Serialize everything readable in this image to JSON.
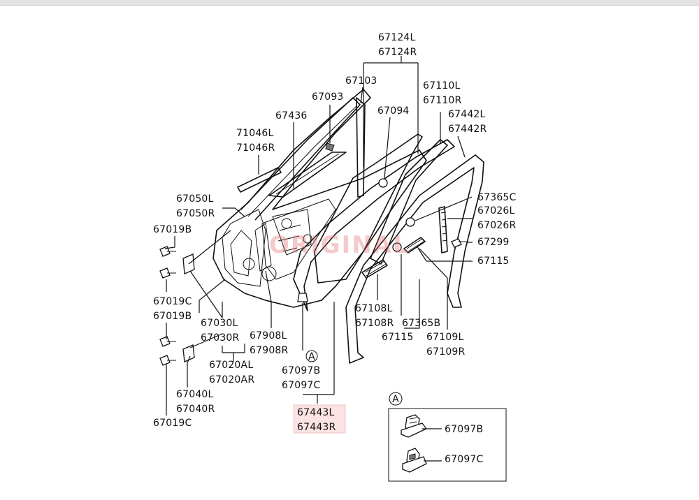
{
  "callout_labels": {
    "p67124": [
      "67124L",
      "67124R"
    ],
    "p67103": [
      "67103"
    ],
    "p67110": [
      "67110L",
      "67110R"
    ],
    "p67093": [
      "67093"
    ],
    "p67094": [
      "67094"
    ],
    "p67442": [
      "67442L",
      "67442R"
    ],
    "p67436": [
      "67436"
    ],
    "p71046": [
      "71046L",
      "71046R"
    ],
    "p67050": [
      "67050L",
      "67050R"
    ],
    "p67365c": [
      "67365C"
    ],
    "p67026": [
      "67026L",
      "67026R"
    ],
    "p67019b_top": [
      "67019B"
    ],
    "p67299": [
      "67299"
    ],
    "p67115_right": [
      "67115"
    ],
    "p67019c_top": [
      "67019C"
    ],
    "p67019b_mid": [
      "67019B"
    ],
    "p67030": [
      "67030L",
      "67030R"
    ],
    "p67908": [
      "67908L",
      "67908R"
    ],
    "p67108": [
      "67108L",
      "67108R"
    ],
    "p67365b": [
      "67365B"
    ],
    "p67115_bottom": [
      "67115"
    ],
    "p67109": [
      "67109L",
      "67109R"
    ],
    "p67020": [
      "67020AL",
      "67020AR"
    ],
    "p67097": [
      "67097B",
      "67097C"
    ],
    "p67040": [
      "67040L",
      "67040R"
    ],
    "p67443": [
      "67443L",
      "67443R"
    ],
    "p67019c_bottom": [
      "67019C"
    ]
  },
  "detail_marker": "A",
  "detail_box": {
    "marker": "A",
    "items": [
      "67097B",
      "67097C"
    ]
  },
  "watermark": "ORIGINAL",
  "colors": {
    "ink": "#111111",
    "highlight": "#fbe3e3",
    "watermark": "#e06a6a"
  }
}
